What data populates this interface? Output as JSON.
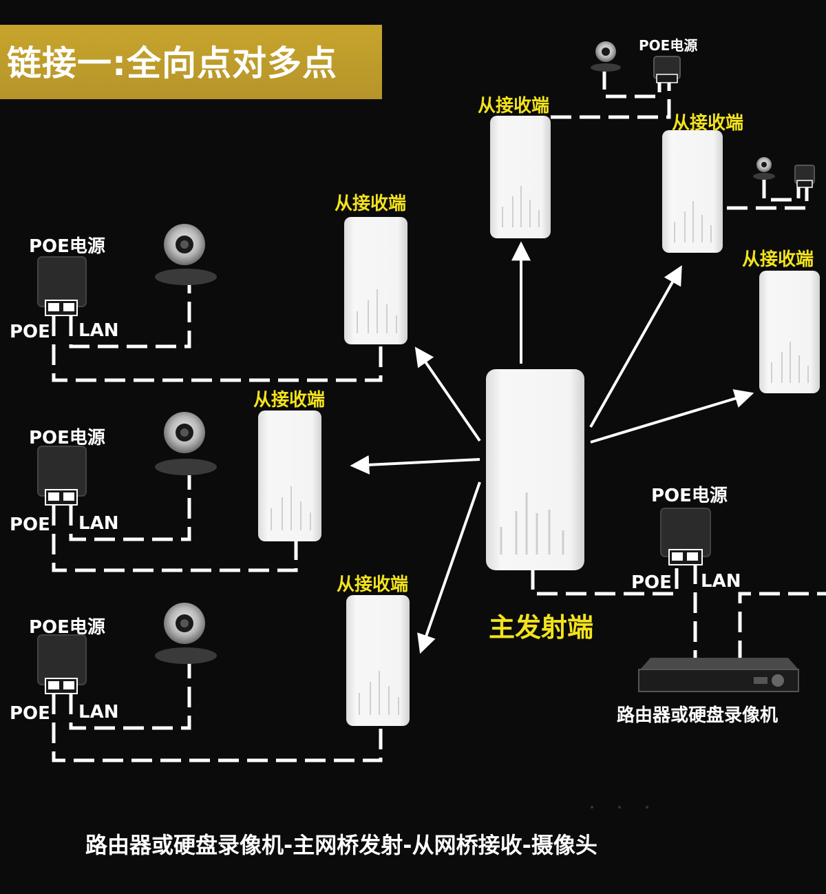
{
  "title": "链接一:全向点对多点",
  "labels": {
    "receiver": "从接收端",
    "transmitter": "主发射端",
    "poe_power": "POE电源",
    "poe": "POE",
    "lan": "LAN",
    "router_nvr": "路由器或硬盘录像机"
  },
  "caption": "路由器或硬盘录像机-主网桥发射-从网桥接收-摄像头",
  "colors": {
    "background": "#0b0b0b",
    "title_band": "#c7a52c",
    "label_yellow": "#f3e31c",
    "line_white": "#ffffff",
    "device_white": "#f2f2f2"
  }
}
